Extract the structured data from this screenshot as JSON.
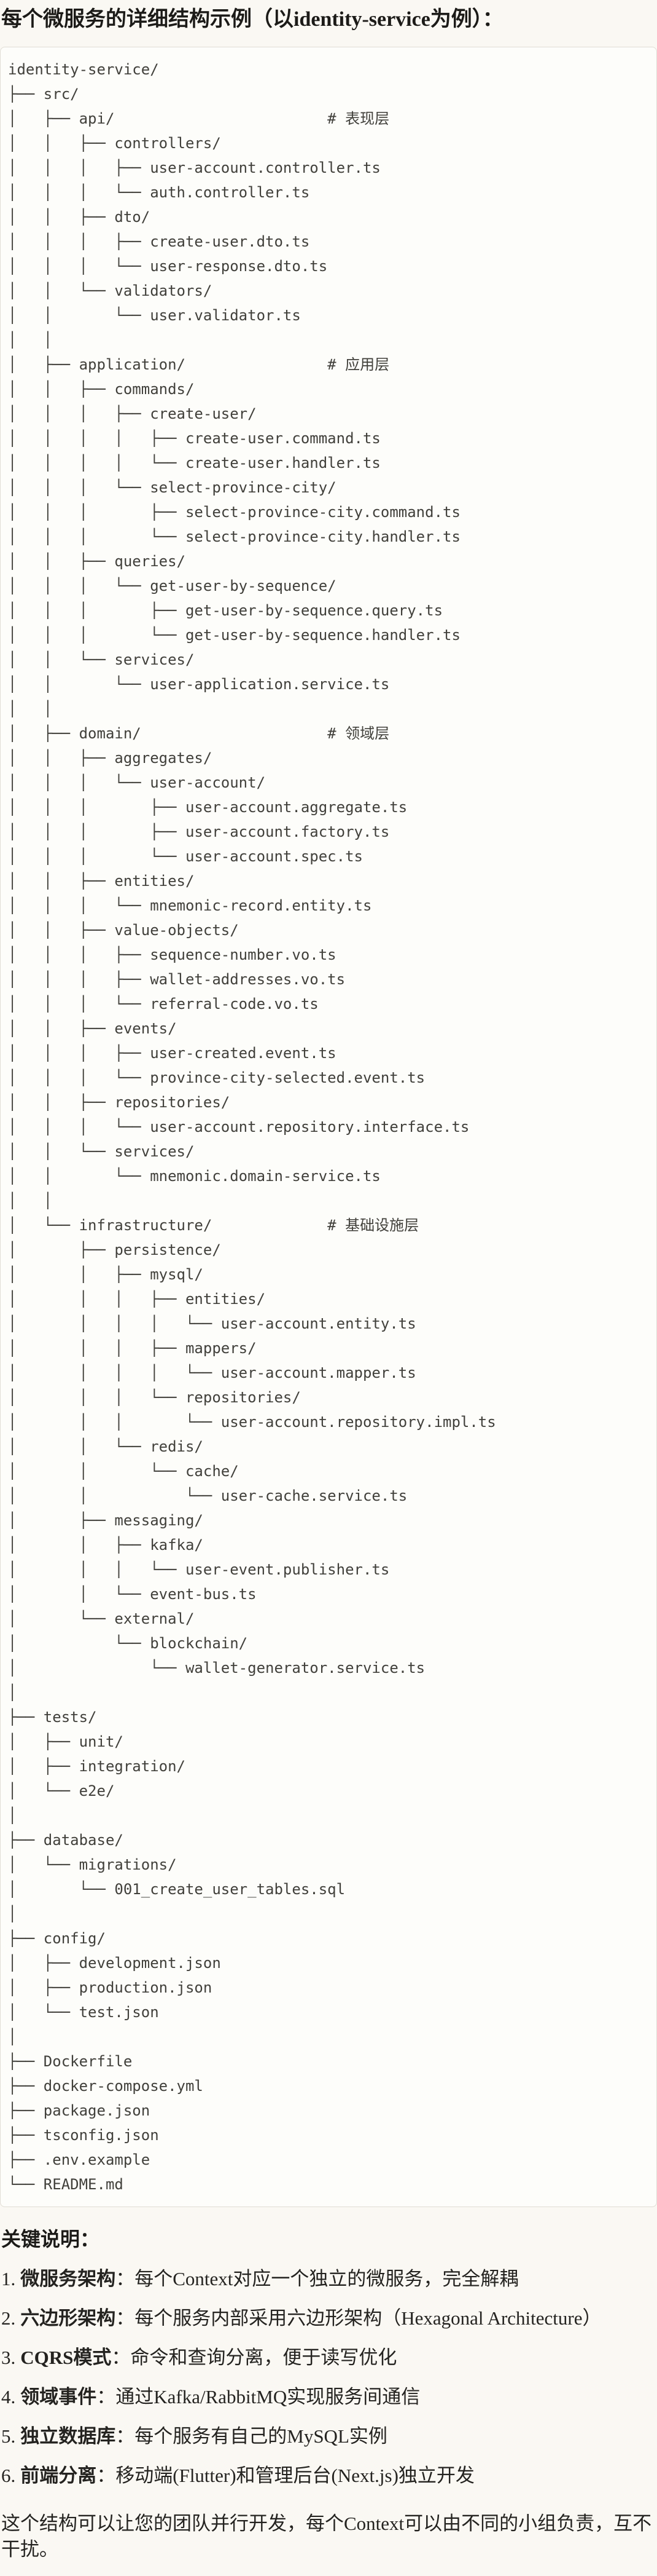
{
  "page": {
    "title": "每个微服务的详细结构示例（以identity-service为例）：",
    "footer": "这个结构可以让您的团队并行开发，每个Context可以由不同的小组负责，互不干扰。"
  },
  "colors": {
    "page_bg": "#faf8f3",
    "code_block_bg": "#fdfdfa",
    "code_block_border": "#e0ddd5",
    "code_text": "#41403b",
    "body_text": "#242320",
    "heading_text": "#1c1b18"
  },
  "tree": {
    "lines": [
      "identity-service/",
      "├── src/",
      "│   ├── api/                        # 表现层",
      "│   │   ├── controllers/",
      "│   │   │   ├── user-account.controller.ts",
      "│   │   │   └── auth.controller.ts",
      "│   │   ├── dto/",
      "│   │   │   ├── create-user.dto.ts",
      "│   │   │   └── user-response.dto.ts",
      "│   │   └── validators/",
      "│   │       └── user.validator.ts",
      "│   │",
      "│   ├── application/                # 应用层",
      "│   │   ├── commands/",
      "│   │   │   ├── create-user/",
      "│   │   │   │   ├── create-user.command.ts",
      "│   │   │   │   └── create-user.handler.ts",
      "│   │   │   └── select-province-city/",
      "│   │   │       ├── select-province-city.command.ts",
      "│   │   │       └── select-province-city.handler.ts",
      "│   │   ├── queries/",
      "│   │   │   └── get-user-by-sequence/",
      "│   │   │       ├── get-user-by-sequence.query.ts",
      "│   │   │       └── get-user-by-sequence.handler.ts",
      "│   │   └── services/",
      "│   │       └── user-application.service.ts",
      "│   │",
      "│   ├── domain/                     # 领域层",
      "│   │   ├── aggregates/",
      "│   │   │   └── user-account/",
      "│   │   │       ├── user-account.aggregate.ts",
      "│   │   │       ├── user-account.factory.ts",
      "│   │   │       └── user-account.spec.ts",
      "│   │   ├── entities/",
      "│   │   │   └── mnemonic-record.entity.ts",
      "│   │   ├── value-objects/",
      "│   │   │   ├── sequence-number.vo.ts",
      "│   │   │   ├── wallet-addresses.vo.ts",
      "│   │   │   └── referral-code.vo.ts",
      "│   │   ├── events/",
      "│   │   │   ├── user-created.event.ts",
      "│   │   │   └── province-city-selected.event.ts",
      "│   │   ├── repositories/",
      "│   │   │   └── user-account.repository.interface.ts",
      "│   │   └── services/",
      "│   │       └── mnemonic.domain-service.ts",
      "│   │",
      "│   └── infrastructure/             # 基础设施层",
      "│       ├── persistence/",
      "│       │   ├── mysql/",
      "│       │   │   ├── entities/",
      "│       │   │   │   └── user-account.entity.ts",
      "│       │   │   ├── mappers/",
      "│       │   │   │   └── user-account.mapper.ts",
      "│       │   │   └── repositories/",
      "│       │   │       └── user-account.repository.impl.ts",
      "│       │   └── redis/",
      "│       │       └── cache/",
      "│       │           └── user-cache.service.ts",
      "│       ├── messaging/",
      "│       │   ├── kafka/",
      "│       │   │   └── user-event.publisher.ts",
      "│       │   └── event-bus.ts",
      "│       └── external/",
      "│           └── blockchain/",
      "│               └── wallet-generator.service.ts",
      "│",
      "├── tests/",
      "│   ├── unit/",
      "│   ├── integration/",
      "│   └── e2e/",
      "│",
      "├── database/",
      "│   └── migrations/",
      "│       └── 001_create_user_tables.sql",
      "│",
      "├── config/",
      "│   ├── development.json",
      "│   ├── production.json",
      "│   └── test.json",
      "│",
      "├── Dockerfile",
      "├── docker-compose.yml",
      "├── package.json",
      "├── tsconfig.json",
      "├── .env.example",
      "└── README.md"
    ]
  },
  "notes": {
    "heading": "关键说明：",
    "items": [
      {
        "num": "1.",
        "term": "微服务架构",
        "desc": "：每个Context对应一个独立的微服务，完全解耦"
      },
      {
        "num": "2.",
        "term": "六边形架构",
        "desc": "：每个服务内部采用六边形架构（Hexagonal Architecture）"
      },
      {
        "num": "3.",
        "term": "CQRS模式",
        "desc": "：命令和查询分离，便于读写优化"
      },
      {
        "num": "4.",
        "term": "领域事件",
        "desc": "：通过Kafka/RabbitMQ实现服务间通信"
      },
      {
        "num": "5.",
        "term": "独立数据库",
        "desc": "：每个服务有自己的MySQL实例"
      },
      {
        "num": "6.",
        "term": "前端分离",
        "desc": "：移动端(Flutter)和管理后台(Next.js)独立开发"
      }
    ]
  }
}
